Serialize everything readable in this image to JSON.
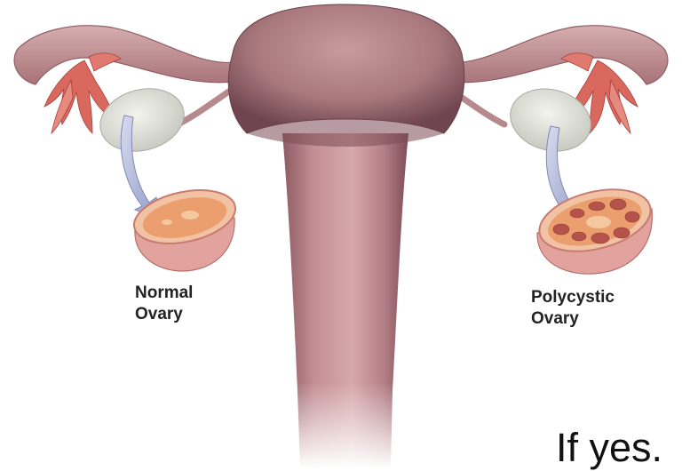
{
  "diagram": {
    "labels": {
      "normal_ovary_line1": "Normal",
      "normal_ovary_line2": "Ovary",
      "polycystic_ovary_line1": "Polycystic",
      "polycystic_ovary_line2": "Ovary"
    },
    "caption": "If yes.",
    "colors": {
      "tissue": "#c98e8e",
      "tissue_dark": "#9c5d63",
      "fimbria": "#d9685f",
      "ovary": "#e3e4dd",
      "ovary_section_inner": "#e8a06f",
      "arrow": "#aab3d6"
    }
  }
}
